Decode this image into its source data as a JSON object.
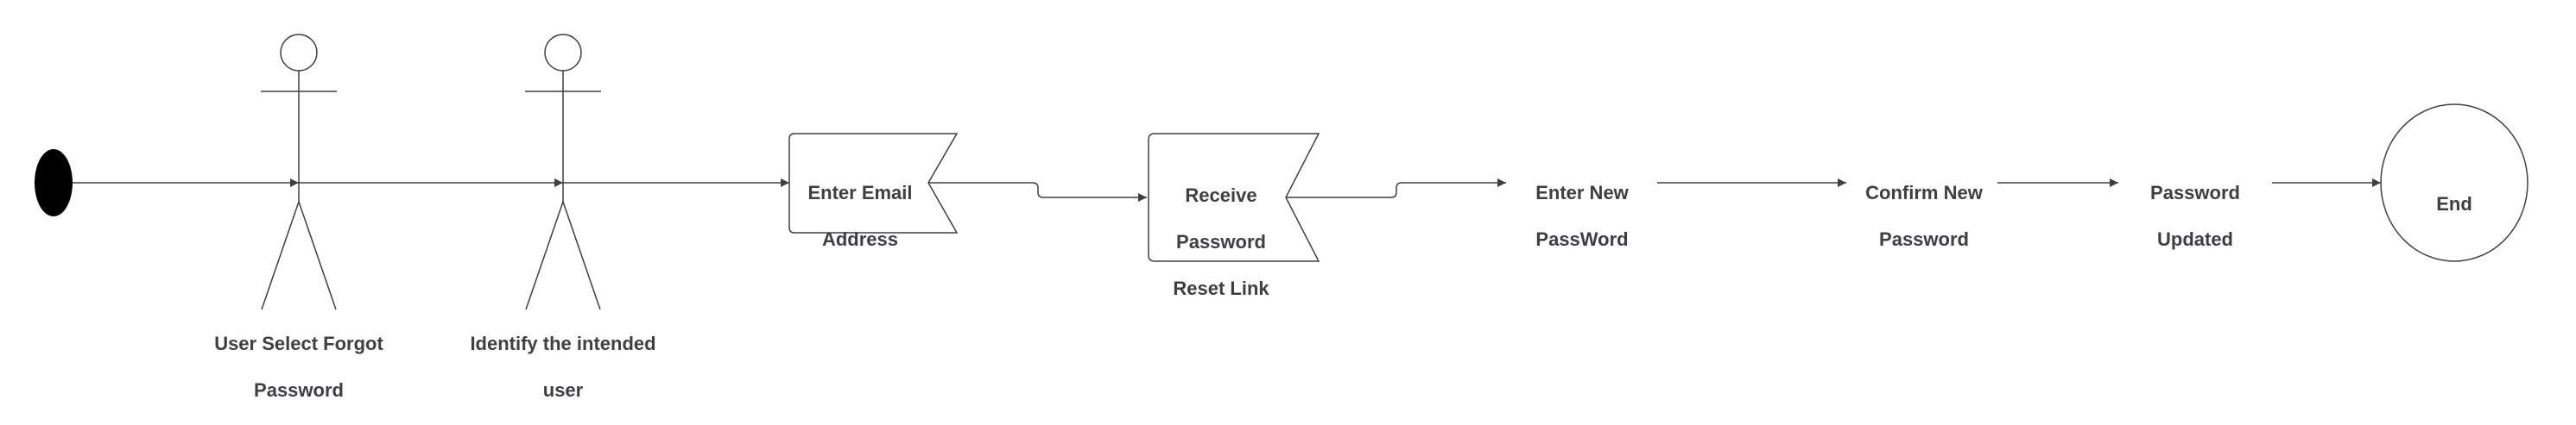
{
  "diagram": {
    "start": {
      "name": "start-node"
    },
    "actors": [
      {
        "label_lines": [
          "User Select Forgot",
          "Password"
        ]
      },
      {
        "label_lines": [
          "Identify the intended",
          "user"
        ]
      }
    ],
    "steps": [
      {
        "shape": "flag",
        "label_lines": [
          "Enter Email",
          "Address"
        ]
      },
      {
        "shape": "flag",
        "label_lines": [
          "Receive",
          "Password",
          "Reset Link"
        ]
      },
      {
        "shape": "text",
        "label_lines": [
          "Enter New",
          "PassWord"
        ]
      },
      {
        "shape": "text",
        "label_lines": [
          "Confirm New",
          "Password"
        ]
      },
      {
        "shape": "text",
        "label_lines": [
          "Password",
          "Updated"
        ]
      }
    ],
    "end": {
      "label": "End"
    },
    "colors": {
      "stroke": "#3d3f43",
      "fill": "#ffffff",
      "start_fill": "#000000",
      "text": "#3d3f43"
    }
  }
}
